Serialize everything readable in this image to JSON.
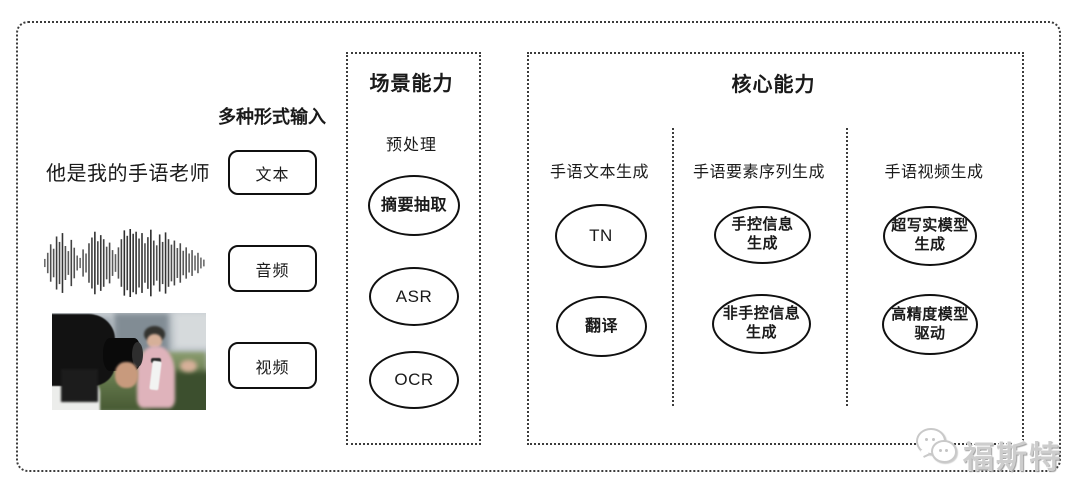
{
  "colors": {
    "dotted_border": "#3c3c3c",
    "node_border": "#101010",
    "text": "#1a1a1a",
    "watermark_gray": "#cdcdcd"
  },
  "input_section": {
    "title": "多种形式输入",
    "sample_text": "他是我的手语老师",
    "items": [
      {
        "label": "文本"
      },
      {
        "label": "音频"
      },
      {
        "label": "视频"
      }
    ],
    "waveform_bars": [
      0.12,
      0.3,
      0.55,
      0.42,
      0.78,
      0.62,
      0.88,
      0.5,
      0.35,
      0.68,
      0.45,
      0.22,
      0.15,
      0.4,
      0.28,
      0.58,
      0.75,
      0.92,
      0.64,
      0.82,
      0.7,
      0.48,
      0.6,
      0.38,
      0.26,
      0.46,
      0.7,
      0.96,
      0.8,
      1.0,
      0.86,
      0.92,
      0.72,
      0.88,
      0.58,
      0.76,
      0.98,
      0.66,
      0.52,
      0.84,
      0.62,
      0.9,
      0.7,
      0.54,
      0.66,
      0.44,
      0.58,
      0.36,
      0.46,
      0.28,
      0.38,
      0.22,
      0.3,
      0.16,
      0.1
    ]
  },
  "scene_section": {
    "title": "场景能力",
    "subtitle": "预处理",
    "nodes": [
      {
        "lines": [
          "摘要抽取"
        ]
      },
      {
        "lines": [
          "ASR"
        ]
      },
      {
        "lines": [
          "OCR"
        ]
      }
    ]
  },
  "core_section": {
    "title": "核心能力",
    "columns": [
      {
        "header": "手语文本生成",
        "nodes": [
          {
            "lines": [
              "TN"
            ]
          },
          {
            "lines": [
              "翻译"
            ]
          }
        ]
      },
      {
        "header": "手语要素序列生成",
        "nodes": [
          {
            "lines": [
              "手控信息",
              "生成"
            ]
          },
          {
            "lines": [
              "非手控信息",
              "生成"
            ]
          }
        ]
      },
      {
        "header": "手语视频生成",
        "nodes": [
          {
            "lines": [
              "超写实模型",
              "生成"
            ]
          },
          {
            "lines": [
              "高精度模型",
              "驱动"
            ]
          }
        ]
      }
    ]
  },
  "watermark": {
    "icon": "chat-bubbles",
    "text": "福斯特"
  }
}
